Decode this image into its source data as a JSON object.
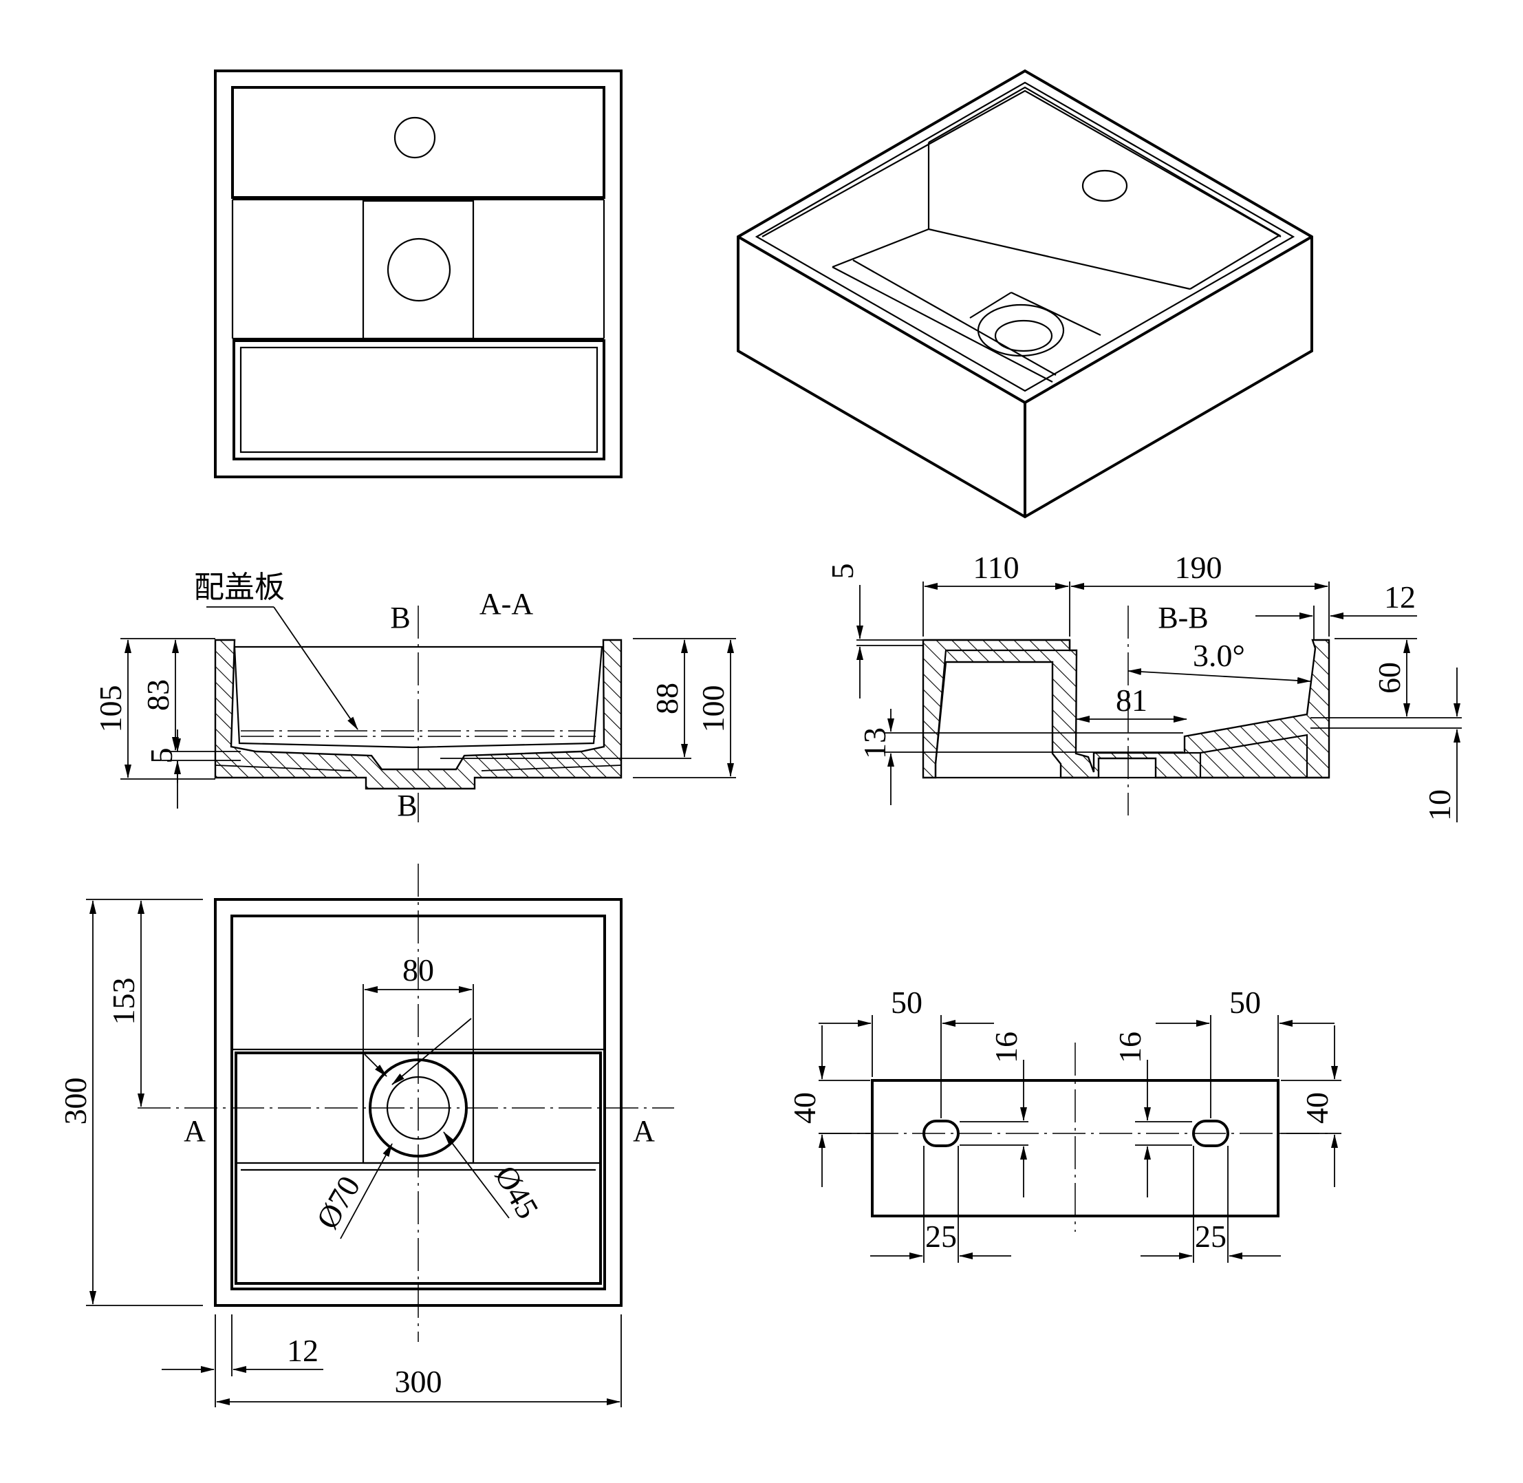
{
  "views": {
    "section_aa": {
      "title": "A-A",
      "cutline_label": "B",
      "note": "配盖板",
      "dims": {
        "total_height": "105",
        "inner_depth": "83",
        "floor": "5",
        "right_inner": "88",
        "right_total": "100"
      }
    },
    "section_bb": {
      "title": "B-B",
      "dims": {
        "top_gap": "5",
        "left_width": "110",
        "right_width": "190",
        "wall": "12",
        "angle": "3.0°",
        "drain": "81",
        "drop": "13",
        "depth": "60",
        "floor": "10"
      }
    },
    "plan": {
      "cutline_label": "A",
      "dims": {
        "depth": "300",
        "half": "153",
        "drain_box": "80",
        "dia_outer": "Ø70",
        "dia_inner": "Ø45",
        "rim": "12",
        "width": "300"
      }
    },
    "mounting": {
      "dims": {
        "offset_left": "50",
        "offset_right": "50",
        "slot_left": "16",
        "slot_right": "16",
        "height_left": "40",
        "height_right": "40",
        "slot_width_left": "25",
        "slot_width_right": "25"
      }
    }
  },
  "colors": {
    "line": "#000000",
    "background": "#ffffff"
  }
}
